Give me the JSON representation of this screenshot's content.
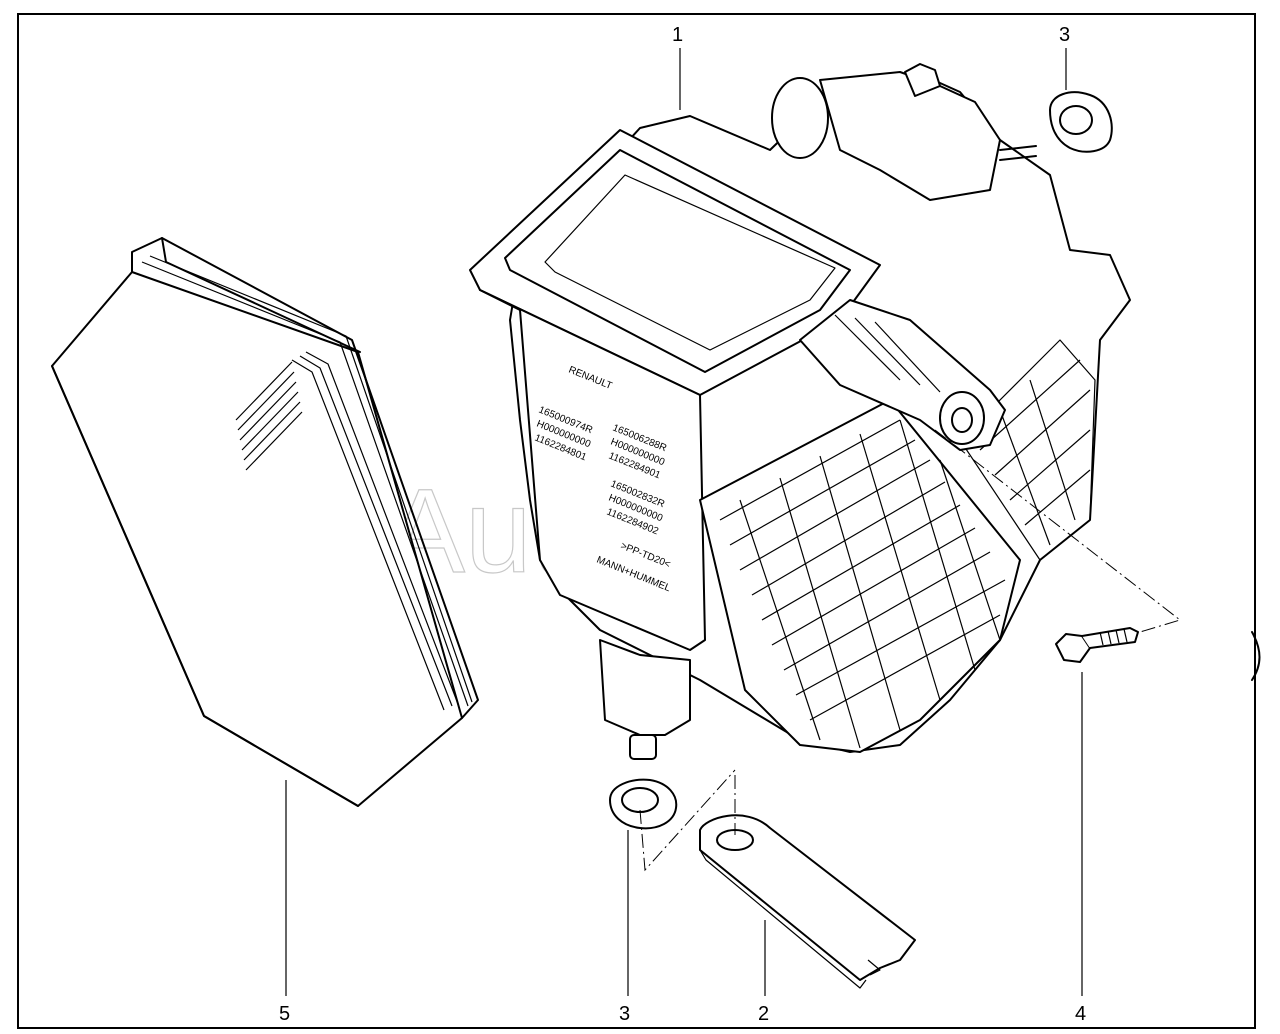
{
  "callouts": {
    "c1": "1",
    "c3_top": "3",
    "c5": "5",
    "c4": "4",
    "c3_bottom": "3",
    "c2": "2"
  },
  "watermark": "AutoSoft",
  "housing_labels": {
    "brand": "RENAULT",
    "code_a1": "165000974R",
    "code_a2": "H000000000",
    "code_a3": "1162284801",
    "code_b1": "165006288R",
    "code_b2": "H000000000",
    "code_b3": "1162284901",
    "code_c1": "165002832R",
    "code_c2": "H000000000",
    "code_c3": "1162284902",
    "material": ">PP-TD20<",
    "warning": "MANN+HUMMEL"
  }
}
